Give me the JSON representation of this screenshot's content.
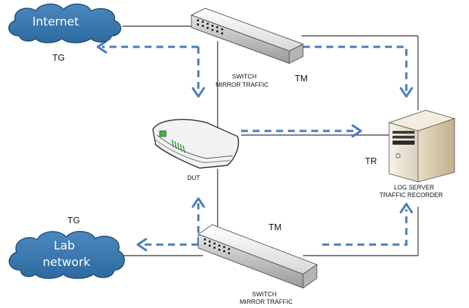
{
  "colors": {
    "cloud_fill": "#3a78ad",
    "cloud_edge": "#1f4f7a",
    "flow_arrow": "#4a7dbd",
    "link_line": "#2a2a2a"
  },
  "clouds": {
    "internet": "Internet",
    "lab_line1": "Lab",
    "lab_line2": "network"
  },
  "labels": {
    "tg_top": "TG",
    "tg_bottom": "TG",
    "tm_top": "TM",
    "tm_bottom": "TM",
    "tr": "TR",
    "switch_top_line1": "SWITCH",
    "switch_top_line2": "MIRROR TRAFFIC",
    "switch_bottom_line1": "SWITCH",
    "switch_bottom_line2": "MIRROR TRAFFIC",
    "dut": "DUT",
    "server_line1": "LOG SERVER",
    "server_line2": "TRAFFIC RECORDER"
  },
  "icons": {
    "internet": "cloud-icon",
    "lab": "cloud-icon",
    "switch_top": "network-switch-icon",
    "switch_bottom": "network-switch-icon",
    "dut": "router-icon",
    "server": "server-tower-icon"
  }
}
